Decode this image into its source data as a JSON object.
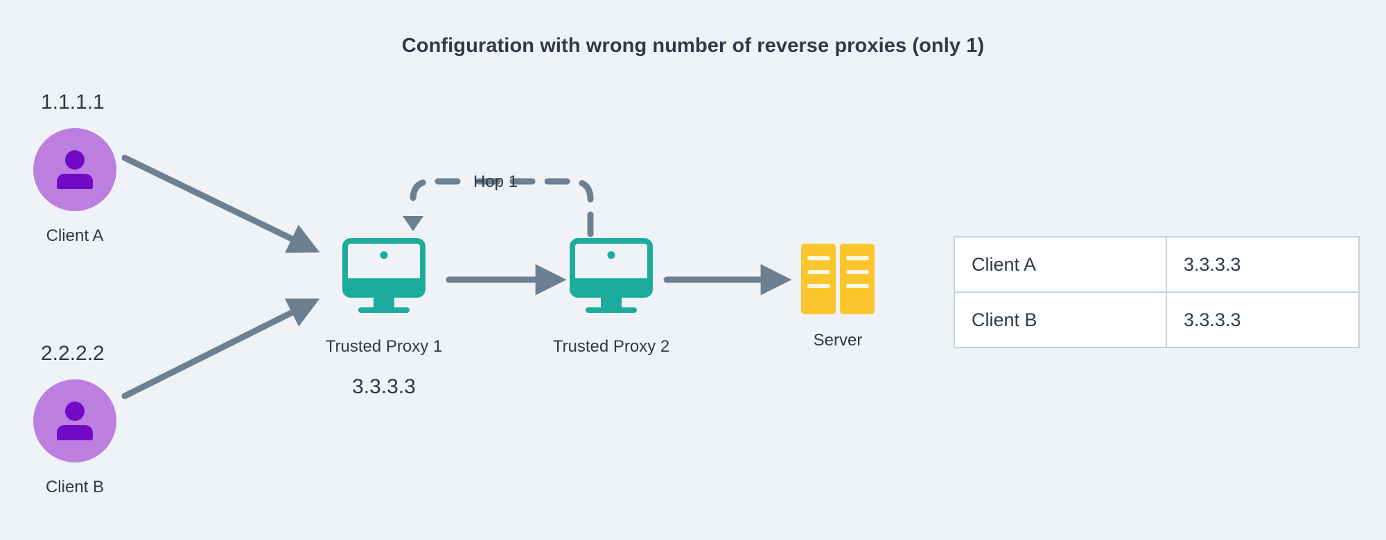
{
  "page": {
    "title": "Configuration with wrong number of reverse proxies (only 1)",
    "background_color": "#eff2f6",
    "text_color": "#2d3a49"
  },
  "colors": {
    "arrow": "#6d8091",
    "avatar_circle": "#bc7fe0",
    "avatar_person": "#7209c4",
    "proxy_teal": "#1cab9d",
    "server_yellow": "#fac52d",
    "table_border": "#c6d2dd",
    "table_cell_bg": "#ffffff"
  },
  "clients": [
    {
      "ip": "1.1.1.1",
      "label": "Client A",
      "icon": "person-icon"
    },
    {
      "ip": "2.2.2.2",
      "label": "Client B",
      "icon": "person-icon"
    }
  ],
  "nodes": {
    "proxy1": {
      "label": "Trusted Proxy 1",
      "ip": "3.3.3.3",
      "icon": "monitor-icon"
    },
    "proxy2": {
      "label": "Trusted Proxy 2",
      "ip": "",
      "icon": "monitor-icon"
    },
    "server": {
      "label": "Server",
      "icon": "server-rack-icon"
    }
  },
  "annotations": {
    "hop_label": "Hop 1"
  },
  "table": {
    "rows": [
      {
        "name": "Client A",
        "value": "3.3.3.3"
      },
      {
        "name": "Client B",
        "value": "3.3.3.3"
      }
    ]
  }
}
